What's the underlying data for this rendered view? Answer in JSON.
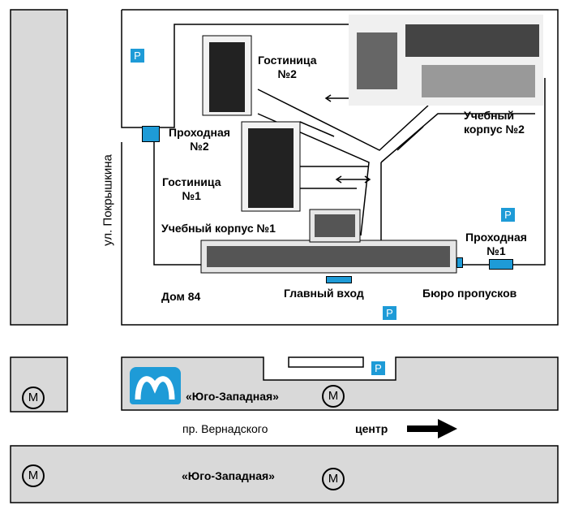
{
  "labels": {
    "hotel2": [
      "Гостиница",
      "№2"
    ],
    "hotel1": [
      "Гостиница",
      "№1"
    ],
    "checkpoint2": [
      "Проходная",
      "№2"
    ],
    "checkpoint1": [
      "Проходная",
      "№1"
    ],
    "building2": [
      "Учебный",
      "корпус №2"
    ],
    "building1": "Учебный корпус №1",
    "house84": "Дом 84",
    "main_entrance": "Главный вход",
    "pass_office": "Бюро пропусков",
    "street_pokryshkina": "ул. Покрышкина",
    "prospekt": "пр. Вернадского",
    "center": "центр",
    "station_north": "«Юго-Западная»",
    "station_south": "«Юго-Западная»"
  },
  "icons": {
    "parking": "P",
    "metro": "M"
  },
  "colors": {
    "road_fill": "#d9d9d9",
    "accent_blue": "#1e9bd7",
    "outline": "#000000"
  }
}
